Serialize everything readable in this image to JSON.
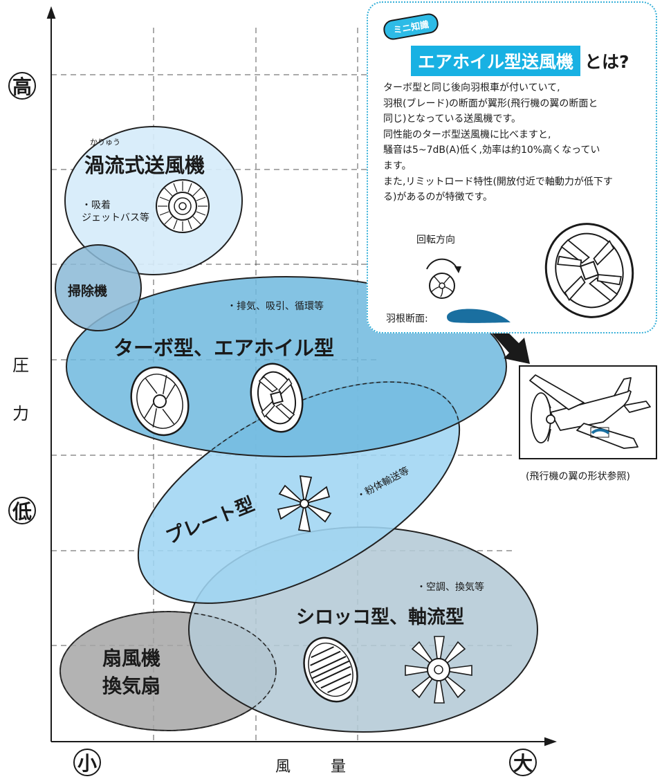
{
  "y_axis": {
    "high_label": "高",
    "low_label": "低",
    "title_chars": [
      "圧",
      "力"
    ]
  },
  "x_axis": {
    "small_label": "小",
    "large_label": "大",
    "title_chars": [
      "風",
      "量"
    ]
  },
  "zones": {
    "vortex": {
      "title": "渦流式送風機",
      "ruby": "かりゅう",
      "note_line1": "・吸着",
      "note_line2": "ジェットバス等",
      "color": "#d6ecfa"
    },
    "cleaner": {
      "title": "掃除機",
      "color": "#8ab8d6"
    },
    "turbo": {
      "title": "ターボ型、エアホイル型",
      "note": "・排気、吸引、循環等",
      "color": "#6fb8de"
    },
    "plate": {
      "title": "プレート型",
      "note": "・粉体輸送等",
      "color": "#9fd5f2"
    },
    "sirocco": {
      "title": "シロッコ型、軸流型",
      "note": "・空調、換気等",
      "color": "#b4c9d6"
    },
    "fan": {
      "title_line1": "扇風機",
      "title_line2": "換気扇",
      "color": "#a6a6a6"
    }
  },
  "info_box": {
    "badge": "ミニ知識",
    "heading_highlight": "エアホイル型送風機",
    "heading_suffix": "とは?",
    "body_lines": [
      "ターボ型と同じ後向羽根車が付いていて,",
      "羽根(ブレード)の断面が翼形(飛行機の翼の断面と",
      "同じ)となっている送風機です。",
      "同性能のターボ型送風機に比べますと,",
      "騒音は5~7dB(A)低く,効率は約10%高くなってい",
      "ます。",
      "また,リミットロード特性(開放付近で軸動力が低下す",
      "る)があるのが特徴です。"
    ],
    "rotation_label": "回転方向",
    "blade_section_label": "羽根断面:",
    "accent_color": "#18b1e3",
    "airfoil_color": "#1a6fa0"
  },
  "plane": {
    "caption": "(飛行機の翼の形状参照)"
  },
  "icons": [
    "vortex-impeller-icon",
    "turbo-impeller-icon",
    "airfoil-impeller-icon",
    "plate-impeller-icon",
    "sirocco-impeller-icon",
    "axial-fan-icon",
    "rotation-arrow-icon",
    "airplane-icon",
    "pointer-arrow-icon"
  ]
}
